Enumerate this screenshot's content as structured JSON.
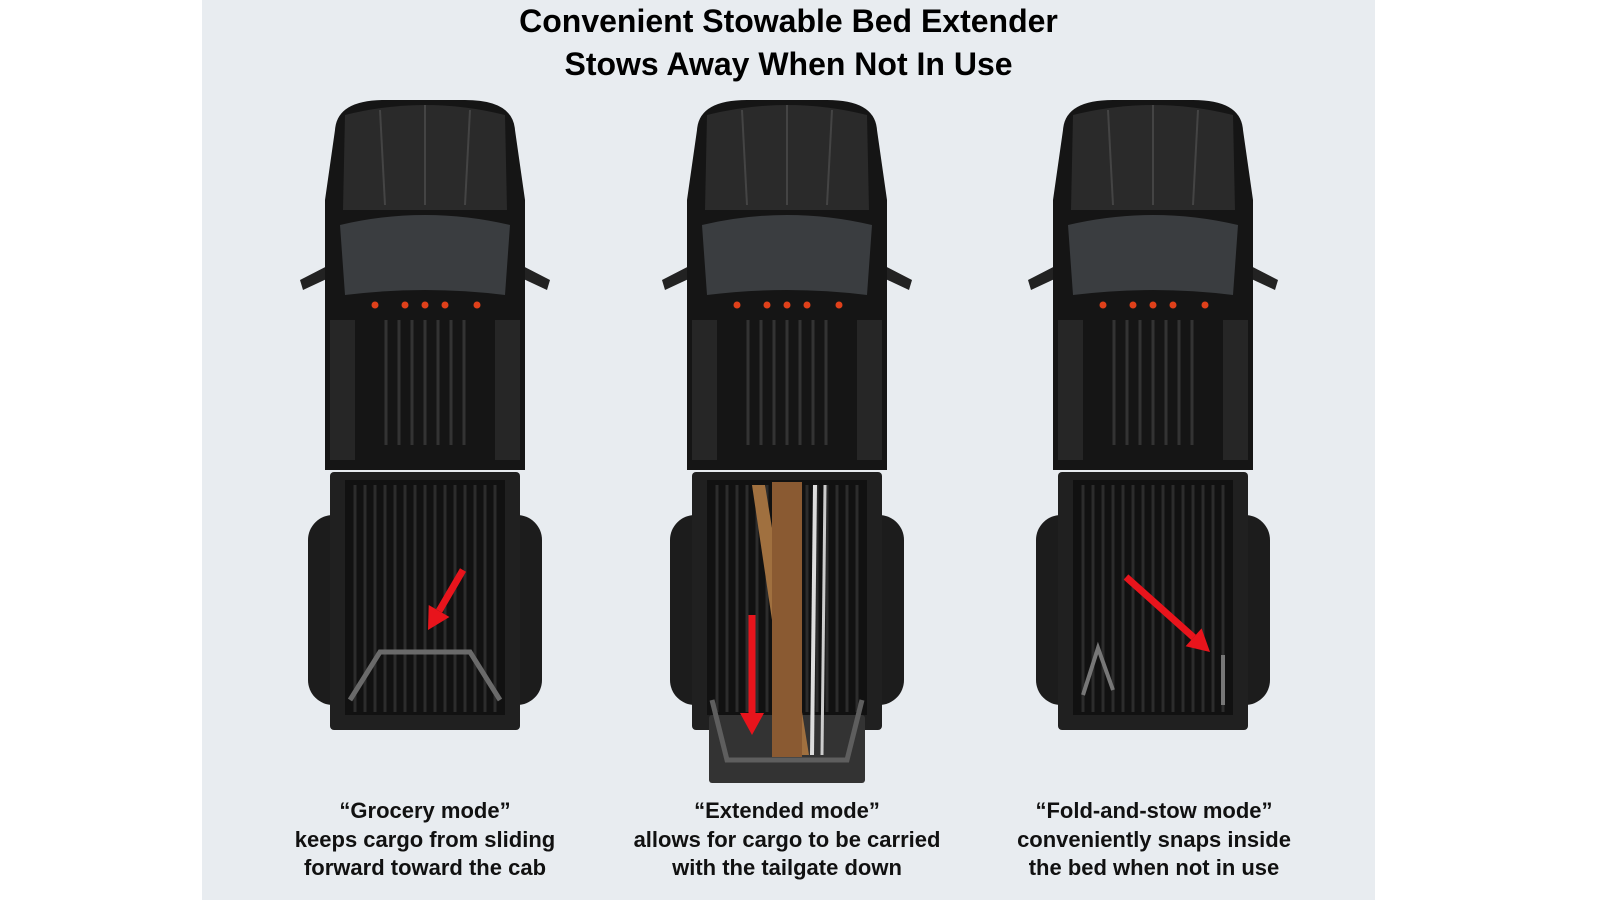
{
  "title": {
    "line1": "Convenient Stowable Bed Extender",
    "line2": "Stows Away When Not In Use"
  },
  "panels": [
    {
      "mode": "grocery",
      "caption_title": "“Grocery mode”",
      "caption_line1": "keeps cargo from sliding",
      "caption_line2": "forward toward the cab"
    },
    {
      "mode": "extended",
      "caption_title": "“Extended mode”",
      "caption_line1": "allows for cargo to be carried",
      "caption_line2": "with the tailgate down"
    },
    {
      "mode": "stow",
      "caption_title": "“Fold-and-stow mode”",
      "caption_line1": "conveniently snaps inside",
      "caption_line2": "the bed when not in use"
    }
  ],
  "colors": {
    "panel": "#e8ecf0",
    "truck": "#151515",
    "arrow": "#e8141c",
    "lumber": "#a0703f"
  }
}
